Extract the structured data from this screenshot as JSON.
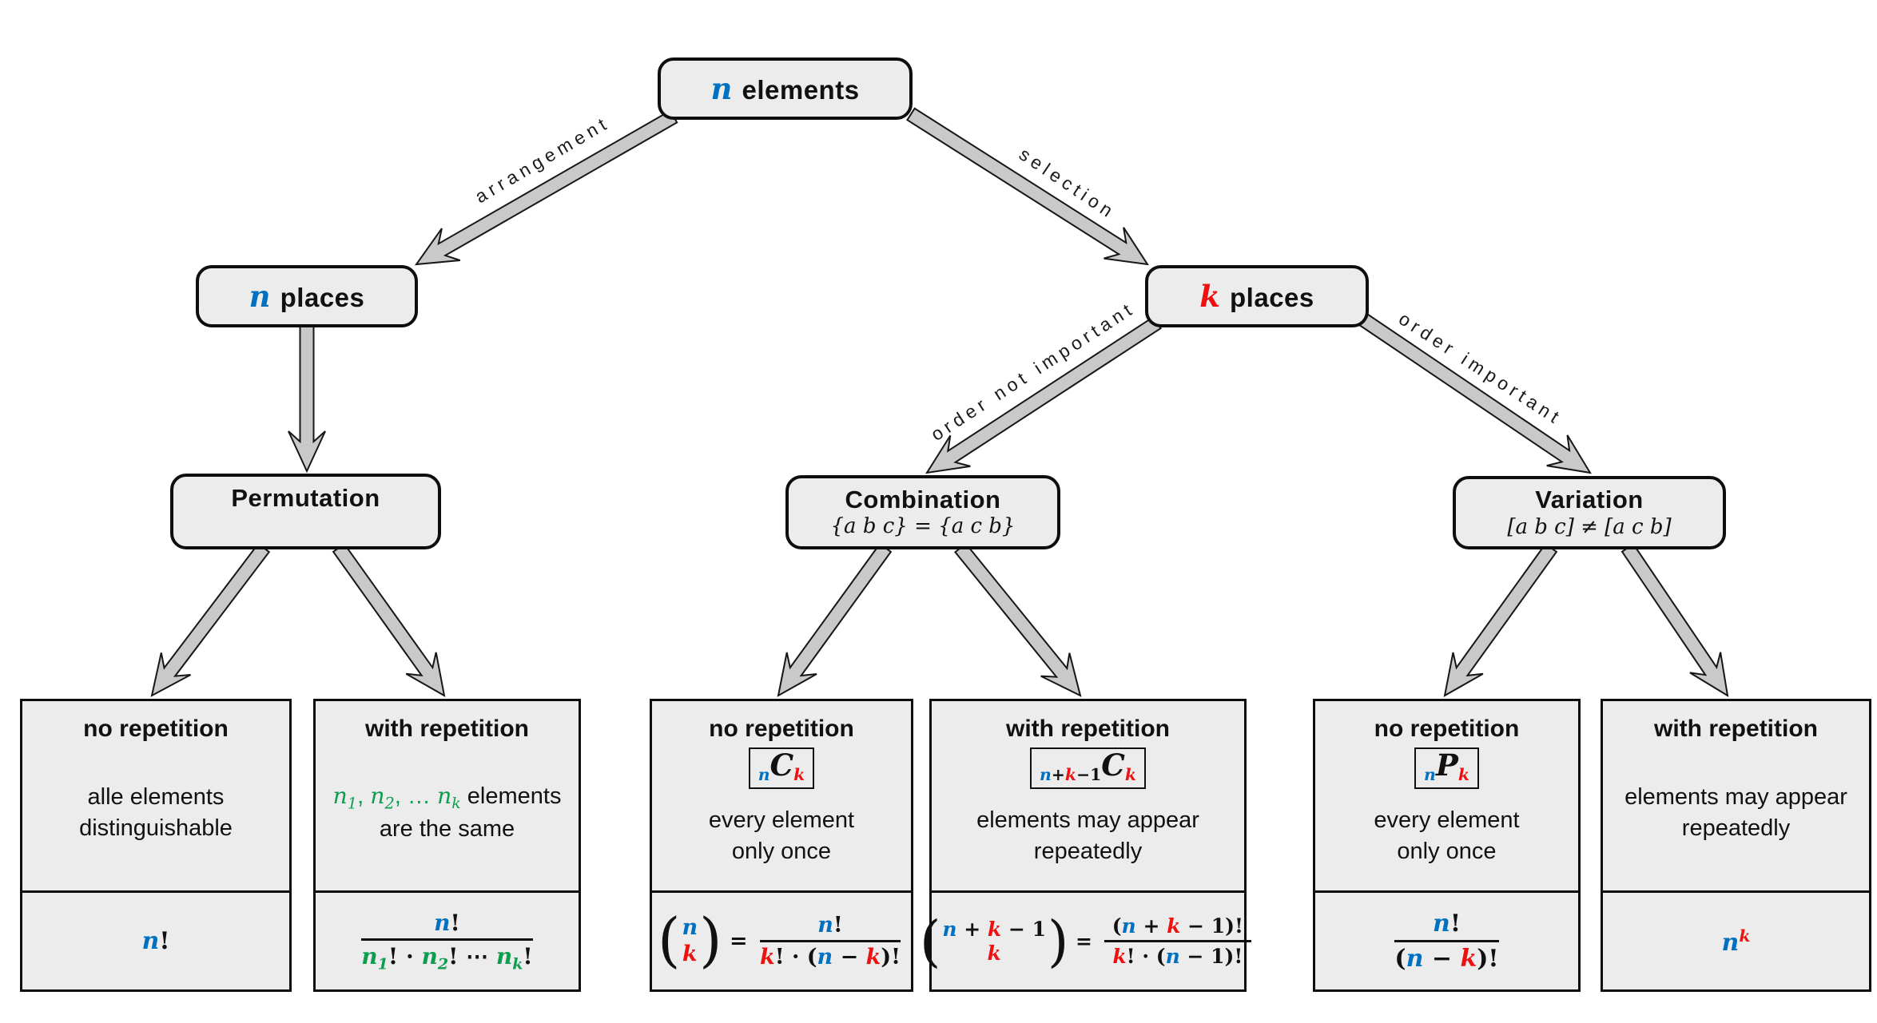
{
  "colors": {
    "blue": "#0070c0",
    "red": "#ee1111",
    "green": "#0d9d4e",
    "box_fill": "#ececec",
    "arrow_fill": "#c9c9c9",
    "arrow_stroke": "#161616"
  },
  "edges": {
    "arrangement": "arrangement",
    "selection": "selection",
    "order_not_important": "order not important",
    "order_important": "order important"
  },
  "nodes": {
    "root": {
      "title": [
        {
          "t": "n",
          "c": "blue",
          "m": 1
        },
        {
          "t": " elements"
        }
      ]
    },
    "n_places": {
      "title": [
        {
          "t": "n",
          "c": "blue",
          "m": 1
        },
        {
          "t": " places"
        }
      ]
    },
    "k_places": {
      "title": [
        {
          "t": "k",
          "c": "red",
          "m": 1
        },
        {
          "t": " places"
        }
      ]
    },
    "permutation": {
      "title": [
        {
          "t": "Permutation"
        }
      ]
    },
    "combination": {
      "title": [
        {
          "t": "Combination"
        }
      ],
      "subtitle": [
        {
          "t": "{a b c} = {a c b}",
          "m": 1
        }
      ]
    },
    "variation": {
      "title": [
        {
          "t": "Variation"
        }
      ],
      "subtitle": [
        {
          "t": "[a b c] ≠ [a c b]",
          "m": 1
        }
      ]
    }
  },
  "leaves": [
    {
      "id": "permutation-no-repetition",
      "heading": "no repetition",
      "desc": [
        [
          {
            "t": "alle elements"
          }
        ],
        [
          {
            "t": "distinguishable"
          }
        ]
      ],
      "formula": [
        {
          "t": "n",
          "c": "blue",
          "m": 1
        },
        {
          "t": "!"
        }
      ]
    },
    {
      "id": "permutation-with-repetition",
      "heading": "with repetition",
      "desc": [
        [
          {
            "t": "n",
            "c": "green",
            "m": 1,
            "sub": [
              {
                "t": "1",
                "c": "green"
              }
            ]
          },
          {
            "t": ", ",
            "c": "green"
          },
          {
            "t": "n",
            "c": "green",
            "m": 1,
            "sub": [
              {
                "t": "2",
                "c": "green"
              }
            ]
          },
          {
            "t": ", … ",
            "c": "green"
          },
          {
            "t": "n",
            "c": "green",
            "m": 1,
            "sub": [
              {
                "t": "k",
                "c": "green",
                "m": 1
              }
            ]
          },
          {
            "t": " elements"
          }
        ],
        [
          {
            "t": "are the same"
          }
        ]
      ],
      "formula": [
        {
          "frac": {
            "num": [
              {
                "t": "n",
                "c": "blue",
                "m": 1
              },
              {
                "t": "!"
              }
            ],
            "den": [
              {
                "t": "n",
                "c": "green",
                "m": 1,
                "sub": [
                  {
                    "t": "1",
                    "c": "green"
                  }
                ]
              },
              {
                "t": "! · "
              },
              {
                "t": "n",
                "c": "green",
                "m": 1,
                "sub": [
                  {
                    "t": "2",
                    "c": "green"
                  }
                ]
              },
              {
                "t": "! ⋯ "
              },
              {
                "t": "n",
                "c": "green",
                "m": 1,
                "sub": [
                  {
                    "t": "k",
                    "c": "green",
                    "m": 1
                  }
                ]
              },
              {
                "t": "!"
              }
            ]
          }
        }
      ]
    },
    {
      "id": "combination-no-repetition",
      "heading": "no repetition",
      "badge": [
        {
          "sub": [
            {
              "t": "n",
              "c": "blue",
              "m": 1
            }
          ]
        },
        {
          "t": "C",
          "m": 1,
          "big": 1
        },
        {
          "sub": [
            {
              "t": "k",
              "c": "red",
              "m": 1
            }
          ]
        }
      ],
      "desc": [
        [
          {
            "t": "every element"
          }
        ],
        [
          {
            "t": "only once"
          }
        ]
      ],
      "formula": [
        {
          "binom": {
            "top": [
              {
                "t": "n",
                "c": "blue",
                "m": 1
              }
            ],
            "bot": [
              {
                "t": "k",
                "c": "red",
                "m": 1
              }
            ]
          }
        },
        {
          "t": " = "
        },
        {
          "frac": {
            "num": [
              {
                "t": "n",
                "c": "blue",
                "m": 1
              },
              {
                "t": "!"
              }
            ],
            "den": [
              {
                "t": "k",
                "c": "red",
                "m": 1
              },
              {
                "t": "! · ("
              },
              {
                "t": "n",
                "c": "blue",
                "m": 1
              },
              {
                "t": " − "
              },
              {
                "t": "k",
                "c": "red",
                "m": 1
              },
              {
                "t": ")!"
              }
            ]
          }
        }
      ]
    },
    {
      "id": "combination-with-repetition",
      "heading": "with repetition",
      "badge": [
        {
          "sub": [
            {
              "t": "n",
              "c": "blue",
              "m": 1
            },
            {
              "t": "+"
            },
            {
              "t": "k",
              "c": "red",
              "m": 1
            },
            {
              "t": "−1"
            }
          ]
        },
        {
          "t": "C",
          "m": 1,
          "big": 1
        },
        {
          "sub": [
            {
              "t": "k",
              "c": "red",
              "m": 1
            }
          ]
        }
      ],
      "desc": [
        [
          {
            "t": "elements may appear"
          }
        ],
        [
          {
            "t": "repeatedly"
          }
        ]
      ],
      "formula": [
        {
          "binom": {
            "top": [
              {
                "t": "n",
                "c": "blue",
                "m": 1
              },
              {
                "t": " + "
              },
              {
                "t": "k",
                "c": "red",
                "m": 1
              },
              {
                "t": " − 1"
              }
            ],
            "bot": [
              {
                "t": "k",
                "c": "red",
                "m": 1
              }
            ]
          }
        },
        {
          "t": " = "
        },
        {
          "frac": {
            "num": [
              {
                "t": "("
              },
              {
                "t": "n",
                "c": "blue",
                "m": 1
              },
              {
                "t": " + "
              },
              {
                "t": "k",
                "c": "red",
                "m": 1
              },
              {
                "t": " − 1)!"
              }
            ],
            "den": [
              {
                "t": "k",
                "c": "red",
                "m": 1
              },
              {
                "t": "! · ("
              },
              {
                "t": "n",
                "c": "blue",
                "m": 1
              },
              {
                "t": " − 1)!"
              }
            ]
          }
        }
      ]
    },
    {
      "id": "variation-no-repetition",
      "heading": "no repetition",
      "badge": [
        {
          "sub": [
            {
              "t": "n",
              "c": "blue",
              "m": 1
            }
          ]
        },
        {
          "t": "P",
          "m": 1,
          "big": 1
        },
        {
          "sub": [
            {
              "t": "k",
              "c": "red",
              "m": 1
            }
          ]
        }
      ],
      "desc": [
        [
          {
            "t": "every element"
          }
        ],
        [
          {
            "t": "only once"
          }
        ]
      ],
      "formula": [
        {
          "frac": {
            "num": [
              {
                "t": "n",
                "c": "blue",
                "m": 1
              },
              {
                "t": "!"
              }
            ],
            "den": [
              {
                "t": "("
              },
              {
                "t": "n",
                "c": "blue",
                "m": 1
              },
              {
                "t": " − "
              },
              {
                "t": "k",
                "c": "red",
                "m": 1
              },
              {
                "t": ")!"
              }
            ]
          }
        }
      ]
    },
    {
      "id": "variation-with-repetition",
      "heading": "with repetition",
      "desc": [
        [
          {
            "t": "elements may appear"
          }
        ],
        [
          {
            "t": "repeatedly"
          }
        ]
      ],
      "formula": [
        {
          "t": "n",
          "c": "blue",
          "m": 1,
          "sup": [
            {
              "t": "k",
              "c": "red",
              "m": 1
            }
          ]
        }
      ]
    }
  ]
}
